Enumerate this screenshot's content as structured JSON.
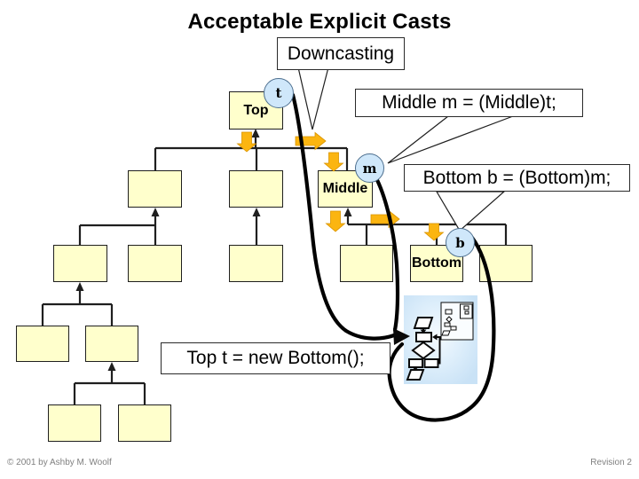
{
  "slide": {
    "title": "Acceptable Explicit Casts",
    "footer_left": "© 2001 by Ashby M. Woolf",
    "footer_right": "Revision 2"
  },
  "callouts": {
    "downcasting": "Downcasting",
    "middle_cast": "Middle m = (Middle)t;",
    "bottom_cast": "Bottom b = (Bottom)m;",
    "new_bottom": "Top t = new Bottom();"
  },
  "class_labels": {
    "top": "Top",
    "middle": "Middle",
    "bottom": "Bottom"
  },
  "reference_labels": {
    "t": "t",
    "m": "m",
    "b": "b"
  },
  "colors": {
    "class_box_fill": "#FFFFCC",
    "reference_circle_fill": "#CFE7FA",
    "cast_arrow_fill": "#FBB511",
    "object_panel_fill": "#C9E2F6"
  }
}
